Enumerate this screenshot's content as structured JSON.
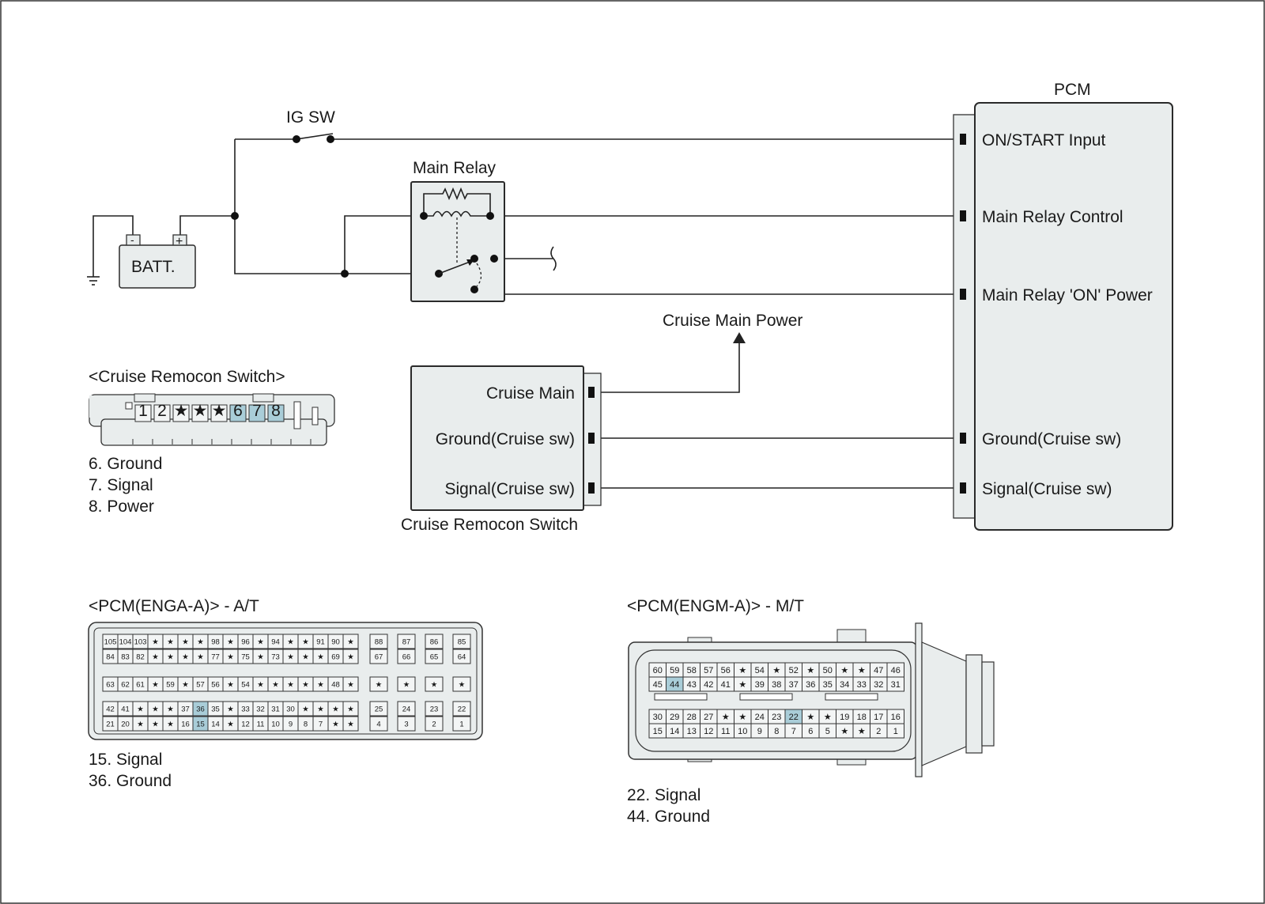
{
  "ig_sw": "IG SW",
  "battery": {
    "label": "BATT.",
    "neg": "-",
    "pos": "+"
  },
  "main_relay": "Main Relay",
  "pcm": {
    "title": "PCM",
    "pins": [
      "ON/START Input",
      "Main Relay Control",
      "Main Relay 'ON' Power",
      "Ground(Cruise sw)",
      "Signal(Cruise sw)"
    ]
  },
  "cruise_main_power": "Cruise Main Power",
  "cruise_switch": {
    "caption": "Cruise Remocon Switch",
    "pins": [
      "Cruise Main",
      "Ground(Cruise sw)",
      "Signal(Cruise sw)"
    ]
  },
  "remocon_connector": {
    "title": "<Cruise Remocon Switch>",
    "pins": [
      "1",
      "2",
      "★",
      "★",
      "★",
      "6",
      "7",
      "8"
    ],
    "highlight": [
      "6",
      "7",
      "8"
    ],
    "legend": [
      "6. Ground",
      "7. Signal",
      "8. Power"
    ]
  },
  "enga": {
    "title": "<PCM(ENGA-A)> - A/T",
    "rows": [
      [
        "105",
        "104",
        "103",
        "★",
        "★",
        "★",
        "★",
        "98",
        "★",
        "96",
        "★",
        "94",
        "★",
        "★",
        "91",
        "90",
        "★"
      ],
      [
        "84",
        "83",
        "82",
        "★",
        "★",
        "★",
        "★",
        "77",
        "★",
        "75",
        "★",
        "73",
        "★",
        "★",
        "★",
        "69",
        "★"
      ],
      [
        "63",
        "62",
        "61",
        "★",
        "59",
        "★",
        "57",
        "56",
        "★",
        "54",
        "★",
        "★",
        "★",
        "★",
        "★",
        "48",
        "★"
      ],
      [
        "42",
        "41",
        "★",
        "★",
        "★",
        "37",
        "36",
        "35",
        "★",
        "33",
        "32",
        "31",
        "30",
        "★",
        "★",
        "★",
        "★"
      ],
      [
        "21",
        "20",
        "★",
        "★",
        "★",
        "16",
        "15",
        "14",
        "★",
        "12",
        "11",
        "10",
        "9",
        "8",
        "7",
        "★",
        "★"
      ]
    ],
    "right_rows": [
      [
        "88",
        "87",
        "86",
        "85"
      ],
      [
        "67",
        "66",
        "65",
        "64"
      ],
      [
        "★",
        "★",
        "★",
        "★"
      ],
      [
        "25",
        "24",
        "23",
        "22"
      ],
      [
        "4",
        "3",
        "2",
        "1"
      ]
    ],
    "highlight": [
      "36",
      "15"
    ],
    "legend": [
      "15. Signal",
      "36. Ground"
    ]
  },
  "engm": {
    "title": "<PCM(ENGM-A)> - M/T",
    "rows": [
      [
        "60",
        "59",
        "58",
        "57",
        "56",
        "★",
        "54",
        "★",
        "52",
        "★",
        "50",
        "★",
        "★",
        "47",
        "46"
      ],
      [
        "45",
        "44",
        "43",
        "42",
        "41",
        "★",
        "39",
        "38",
        "37",
        "36",
        "35",
        "34",
        "33",
        "32",
        "31"
      ],
      [
        "30",
        "29",
        "28",
        "27",
        "★",
        "★",
        "24",
        "23",
        "22",
        "★",
        "★",
        "19",
        "18",
        "17",
        "16"
      ],
      [
        "15",
        "14",
        "13",
        "12",
        "11",
        "10",
        "9",
        "8",
        "7",
        "6",
        "5",
        "★",
        "★",
        "2",
        "1"
      ]
    ],
    "highlight": [
      "44",
      "22"
    ],
    "legend": [
      "22. Signal",
      "44. Ground"
    ]
  }
}
